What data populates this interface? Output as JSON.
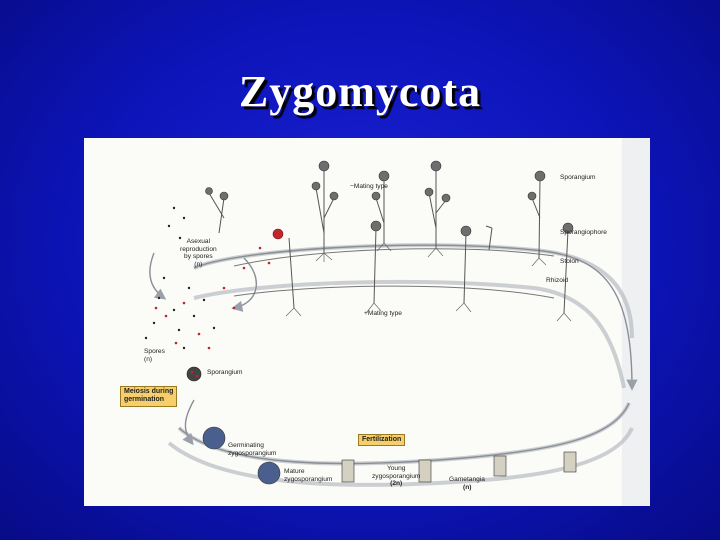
{
  "slide": {
    "title": "Zygomycota"
  },
  "diagram": {
    "labels": {
      "minus_mating": "−Mating type",
      "plus_mating": "+Mating type",
      "sporangium_top": "Sporangium",
      "sporangiophore": "Sporangiophore",
      "stolon": "Stolon",
      "rhizoid": "Rhizoid",
      "asexual_1": "Asexual",
      "asexual_2": "reproduction",
      "asexual_3": "by spores",
      "asexual_4": "(n)",
      "spores_1": "Spores",
      "spores_2": "(n)",
      "sporangium_left": "Sporangium",
      "meiosis_1": "Meiosis during",
      "meiosis_2": "germination",
      "fertilization": "Fertilization",
      "germinating_1": "Germinating",
      "germinating_2": "zygosporangium",
      "mature_1": "Mature",
      "mature_2": "zygosporangium",
      "young_1": "Young",
      "young_2": "zygosporangium",
      "young_3": "(2n)",
      "gametangia_1": "Gametangia",
      "gametangia_2": "(n)"
    },
    "colors": {
      "meiosis_box": "#f6cf6a",
      "fertilization_box": "#f6cf6a",
      "red_spore": "#c0262c",
      "zygosporangium": "#4b5f8f"
    }
  }
}
